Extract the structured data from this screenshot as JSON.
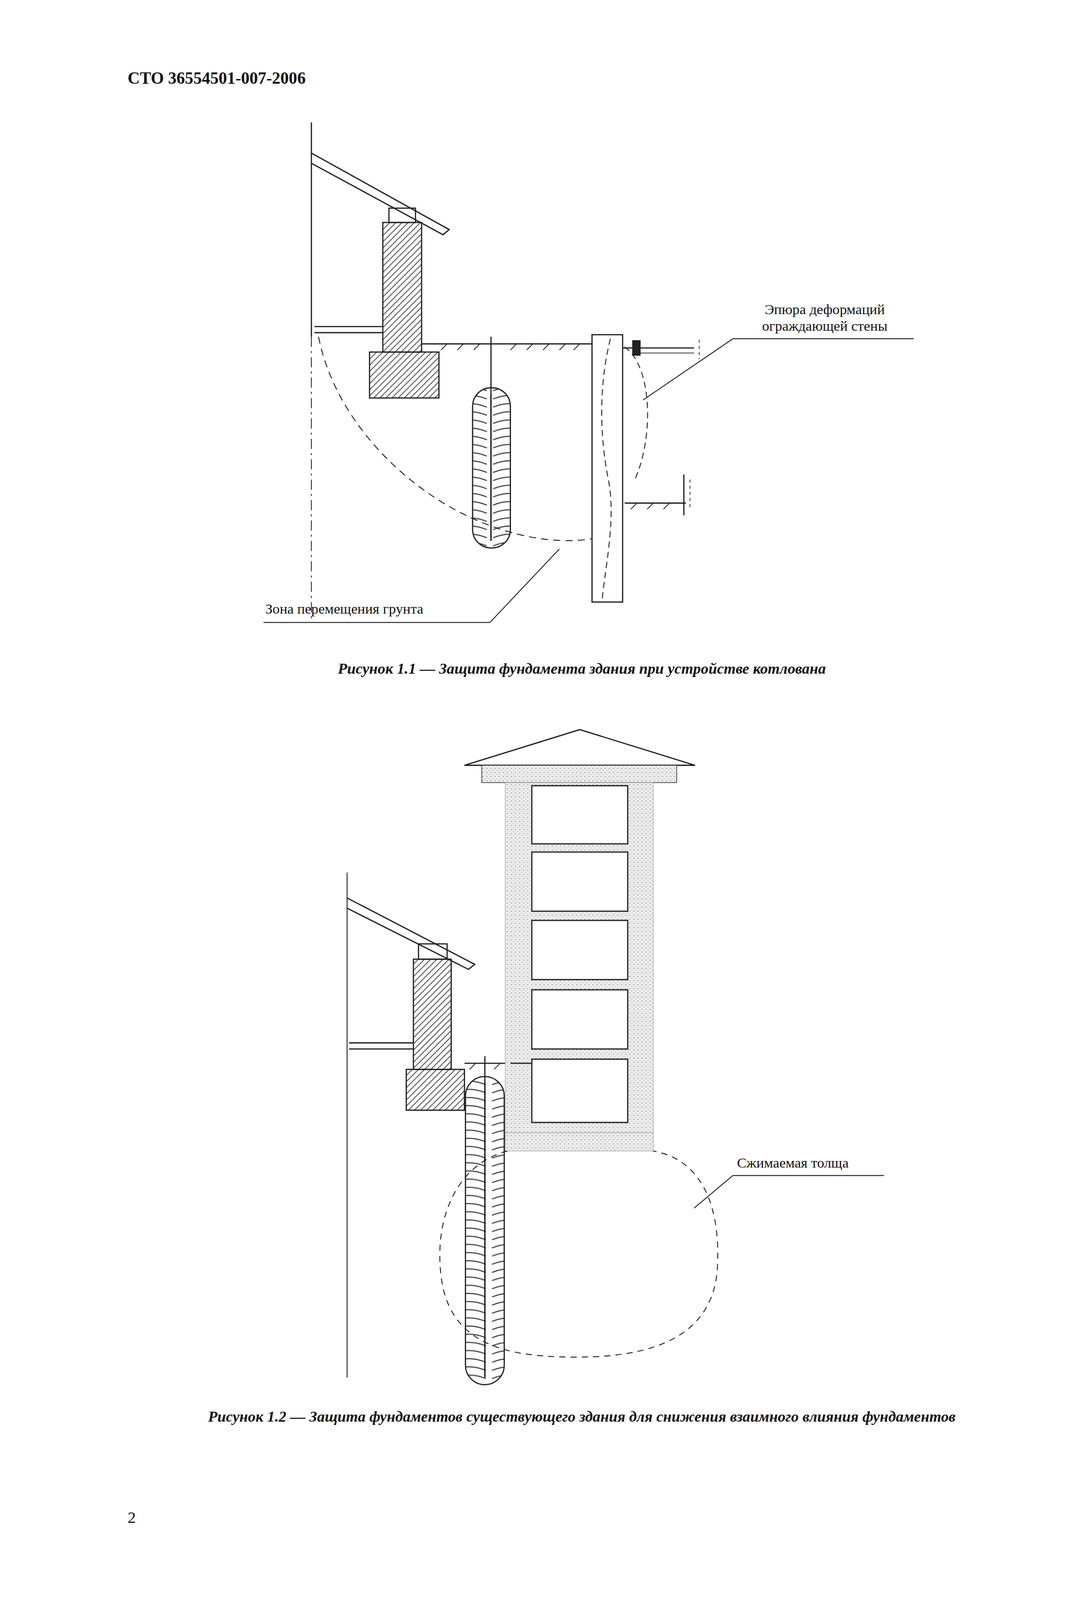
{
  "diagram": {
    "labels": [
      "СТО 36554501-007-2006",
      "Эпюра деформаций ограждающей стены",
      "Зона перемещения грунта",
      "Рисунок 1.1 — Защита фундамента здания при устройстве котлована",
      "Сжимаемая толща",
      "Рисунок 1.2 — Защита фундаментов существующего здания для снижения взаимного влияния фундаментов",
      "2"
    ]
  }
}
